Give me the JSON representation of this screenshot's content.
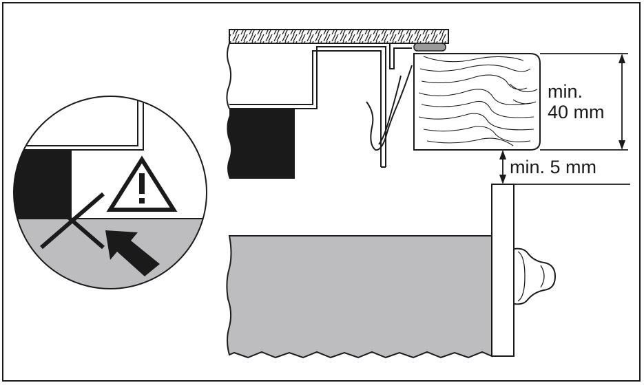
{
  "dimensions": {
    "worktop_thickness": {
      "line1": "min.",
      "line2": "40 mm"
    },
    "gap_to_drawer": {
      "text": "min. 5 mm"
    }
  },
  "colors": {
    "ink": "#1a1a1a",
    "drawer_grey": "#bdbdbf",
    "seal_grey": "#9a9a9a",
    "background": "#ffffff"
  },
  "icons": {
    "warning": "warning-triangle-icon",
    "prohibited": "cross-out-icon",
    "pointer": "arrow-icon"
  }
}
